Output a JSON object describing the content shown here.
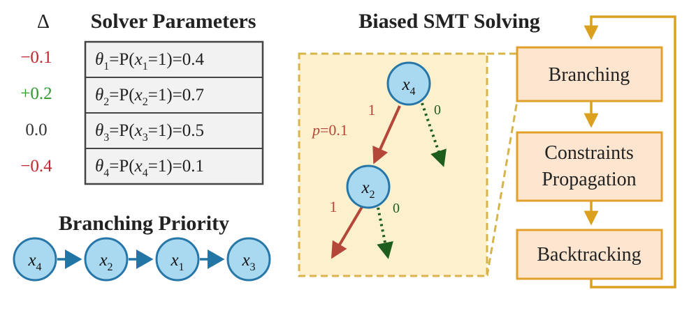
{
  "left_panel": {
    "delta_header": "Δ",
    "params_title": "Solver Parameters",
    "rows": [
      {
        "delta": "−0.1",
        "delta_color": "#c0262d",
        "theta_sub": "1",
        "x_sub": "1",
        "value": "0.4"
      },
      {
        "delta": "+0.2",
        "delta_color": "#2c9a2c",
        "theta_sub": "2",
        "x_sub": "2",
        "value": "0.7"
      },
      {
        "delta": "0.0",
        "delta_color": "#333333",
        "theta_sub": "3",
        "x_sub": "3",
        "value": "0.5"
      },
      {
        "delta": "−0.4",
        "delta_color": "#c0262d",
        "theta_sub": "4",
        "x_sub": "4",
        "value": "0.1"
      }
    ],
    "priority_title": "Branching Priority",
    "priority_nodes": [
      {
        "var": "x",
        "sub": "4"
      },
      {
        "var": "x",
        "sub": "2"
      },
      {
        "var": "x",
        "sub": "1"
      },
      {
        "var": "x",
        "sub": "3"
      }
    ]
  },
  "right_panel": {
    "title": "Biased SMT Solving",
    "tree": {
      "root": {
        "var": "x",
        "sub": "4"
      },
      "child": {
        "var": "x",
        "sub": "2"
      },
      "edge_true_label": "1",
      "edge_false_label": "0",
      "prob_var": "p",
      "prob_value": "=0.1"
    },
    "flow": {
      "branching": "Branching",
      "propagation_line1": "Constraints",
      "propagation_line2": "Propagation",
      "backtracking": "Backtracking"
    }
  },
  "colors": {
    "node_fill": "#a9d9f1",
    "node_stroke": "#2776a8",
    "arrow_blue": "#2176a5",
    "table_fill": "#f2f2f2",
    "panel_fill": "#fdf0cc",
    "panel_stroke": "#d6b44a",
    "box_fill": "#fde5cf",
    "box_stroke": "#e0a02a",
    "flow_arrow": "#dca01f",
    "edge_red": "#b5473a",
    "edge_green": "#1d5e1d"
  }
}
